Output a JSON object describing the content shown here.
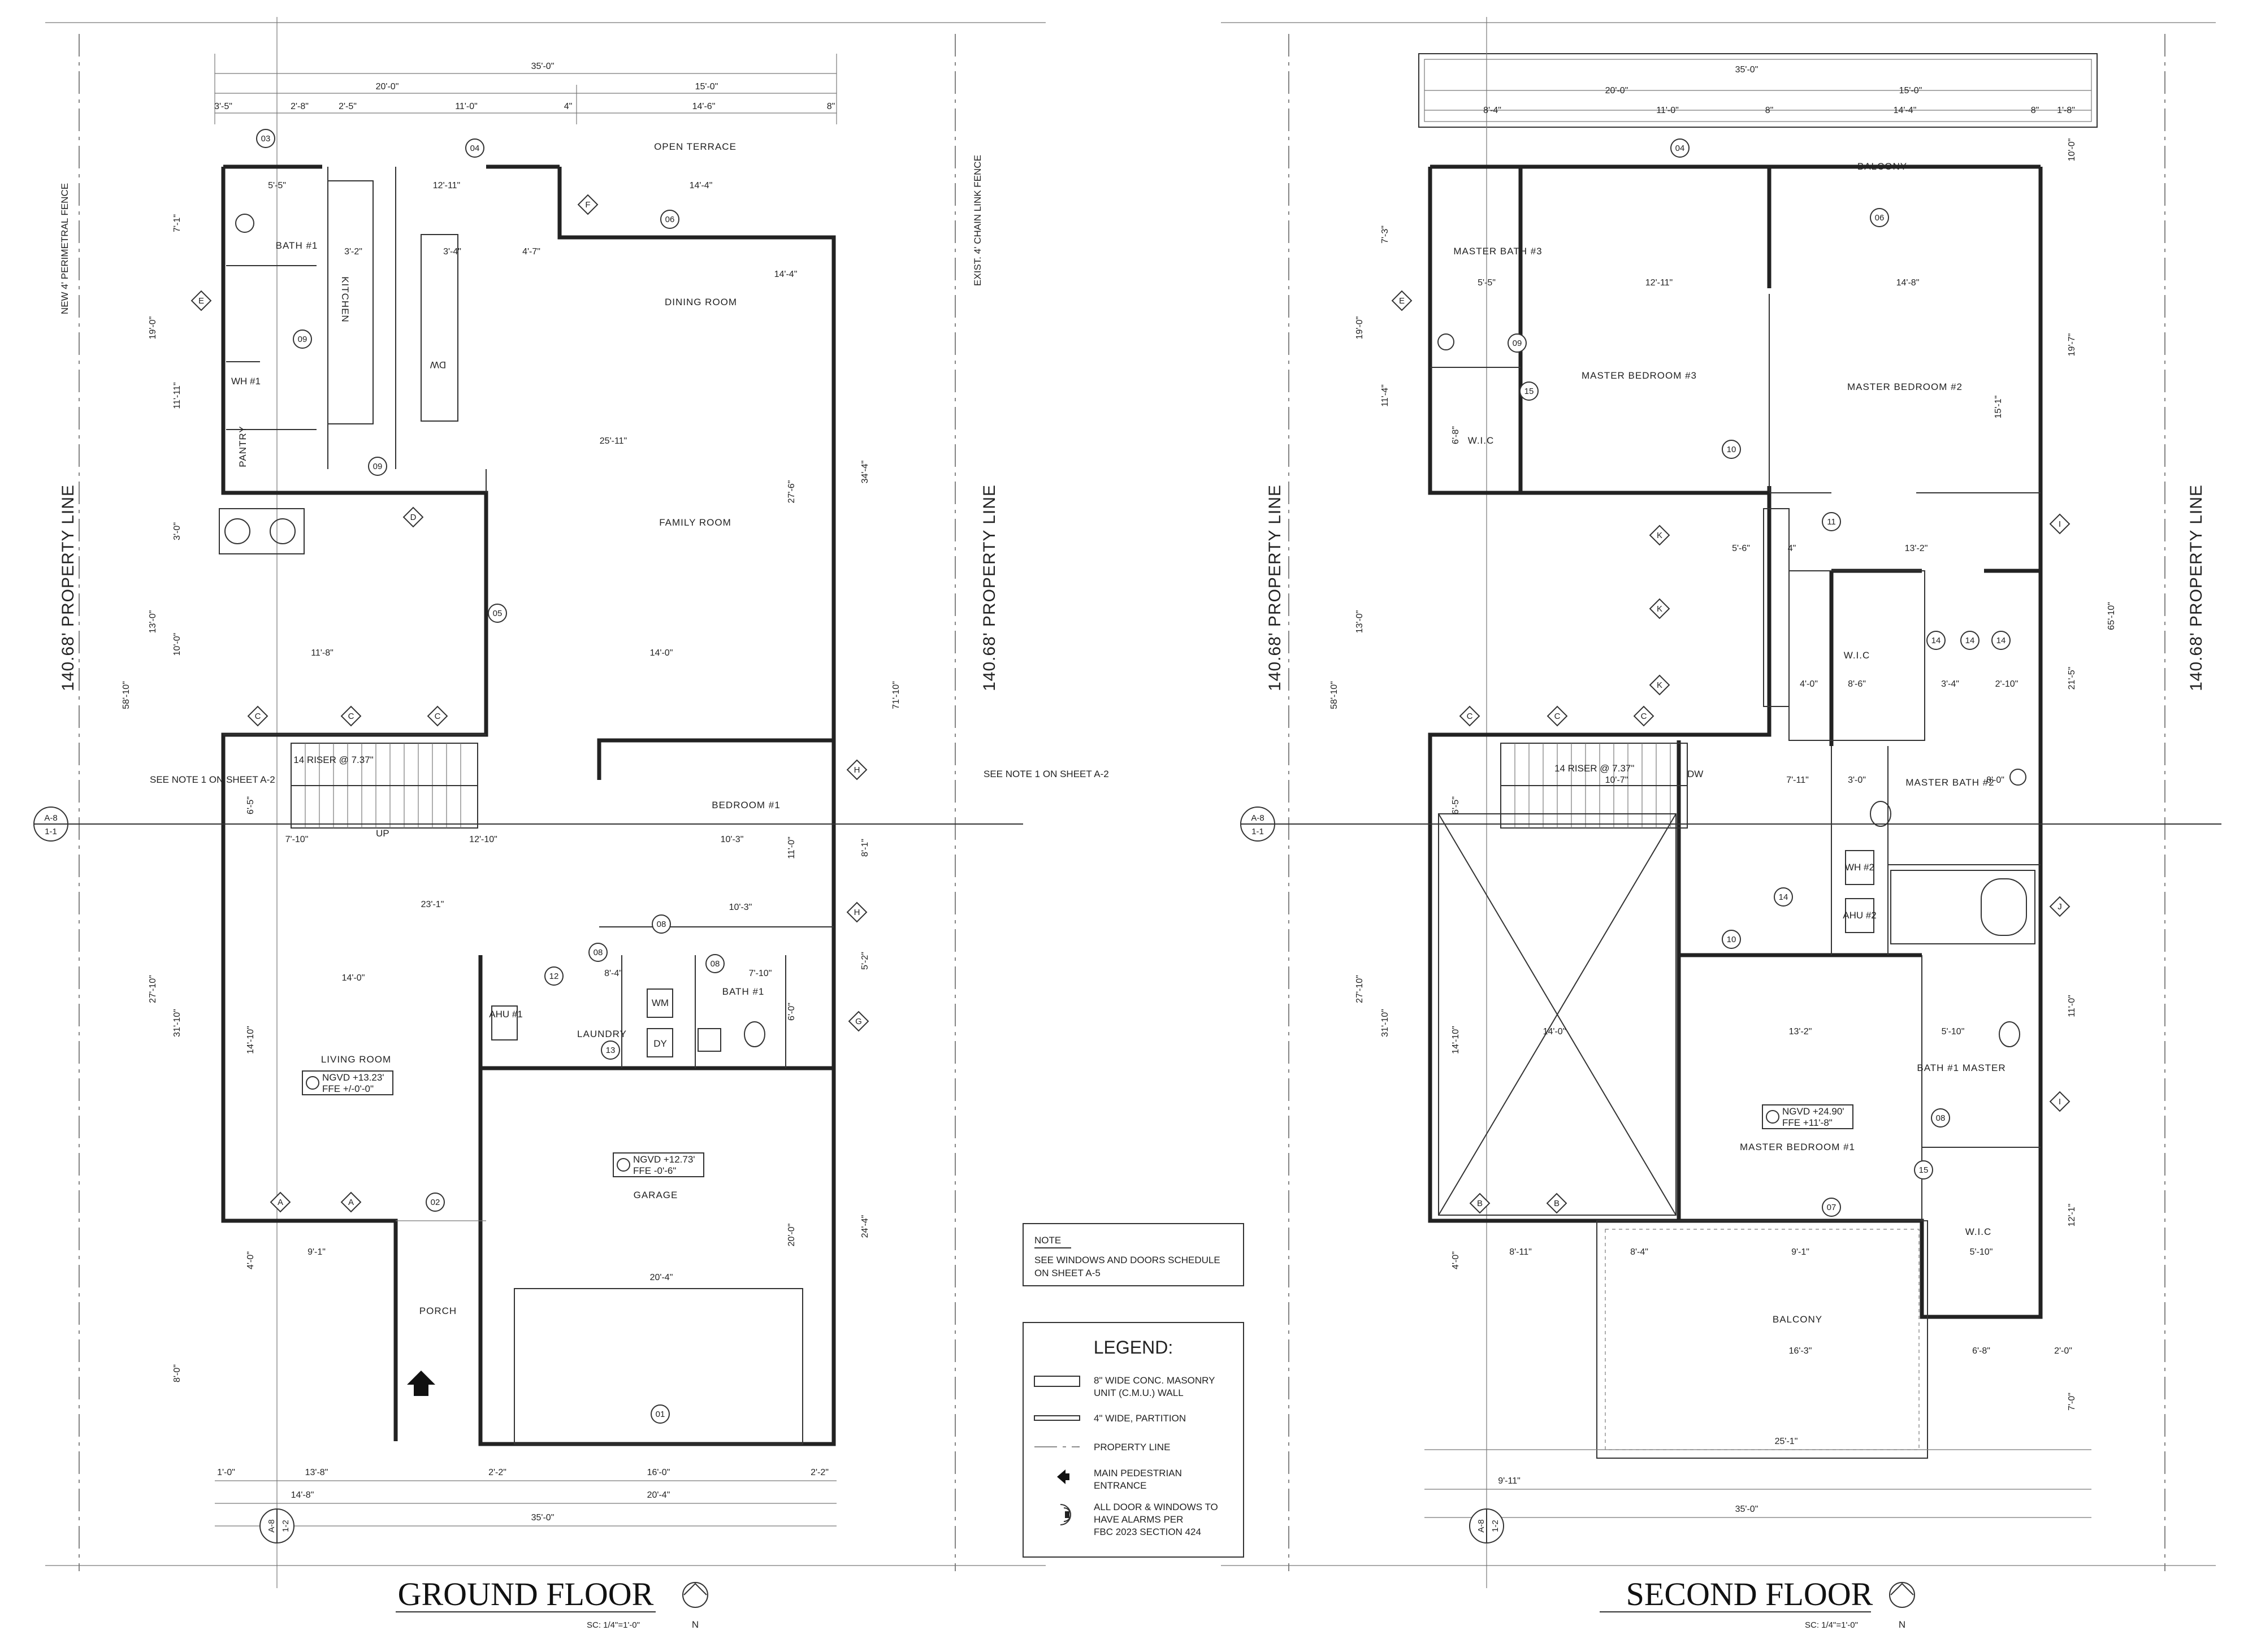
{
  "ground_floor": {
    "title": "GROUND FLOOR",
    "scale": "SC: 1/4\"=1'-0\"",
    "north": "N",
    "property_line_left": "140.68' PROPERTY LINE",
    "property_line_right": "140.68' PROPERTY LINE",
    "rooms": {
      "open_terrace": "OPEN TERRACE",
      "dining_room": "DINING ROOM",
      "family_room": "FAMILY ROOM",
      "bath1_top": "BATH #1",
      "kitchen": "KITCHEN",
      "pantry": "PANTRY",
      "bedroom1": "BEDROOM #1",
      "living_room": "LIVING ROOM",
      "laundry": "LAUNDRY",
      "bath1": "BATH #1",
      "garage": "GARAGE",
      "porch": "PORCH"
    },
    "fixtures": {
      "dw": "DW",
      "wh": "WH #1",
      "ahu": "AHU #1",
      "wm": "WM",
      "dy": "DY",
      "riser": "14 RISER @ 7.37\"",
      "up": "UP",
      "fence_left": "NEW 4' PERIMETRAL FENCE",
      "fence_right": "EXIST. 4' CHAIN LINK FENCE",
      "note_left": "SEE NOTE 1 ON SHEET A-2",
      "note_right": "SEE NOTE 1 ON SHEET A-2"
    },
    "elevations": {
      "living": [
        "NGVD +13.23'",
        "FFE +/-0'-0\""
      ],
      "garage": [
        "NGVD +12.73'",
        "FFE -0'-6\""
      ]
    },
    "dims": {
      "overall_top": "35'-0\"",
      "left_20": "20'-0\"",
      "right_15": "15'-0\"",
      "row3": [
        "3'-5\"",
        "2'-8\"",
        "2'-5\"",
        "11'-0\"",
        "4\"",
        "14'-6\"",
        "8\""
      ],
      "mid": [
        "5'-5\"",
        "12'-11\"",
        "14'-4\"",
        "3'-2\"",
        "3'-4\"",
        "4'-7\"",
        "14'-4\"",
        "25'-11\"",
        "11'-8\"",
        "14'-0\"",
        "7'-10\"",
        "12'-10\"",
        "10'-3\"",
        "23'-1\"",
        "14'-0\"",
        "10'-3\"",
        "8'-4\"",
        "7'-10\"",
        "9'-1\"",
        "20'-4\""
      ],
      "left_vert": [
        "7'-1\"",
        "19'-0\"",
        "11'-11\"",
        "3'-0\"",
        "13'-0\"",
        "10'-0\"",
        "58'-10\"",
        "6'-5\"",
        "27'-10\"",
        "31'-10\"",
        "14'-10\"",
        "4'-0\"",
        "8'-0\""
      ],
      "right_vert": [
        "34'-4\"",
        "27'-6\"",
        "71'-10\"",
        "11'-0\"",
        "8'-1\"",
        "5'-2\"",
        "6'-0\"",
        "20'-0\"",
        "24'-4\""
      ],
      "bottom": [
        "1'-0\"",
        "13'-8\"",
        "2'-2\"",
        "16'-0\"",
        "2'-2\"",
        "14'-8\"",
        "20'-4\"",
        "35'-0\""
      ]
    },
    "tags_round": [
      "03",
      "04",
      "06",
      "09",
      "09",
      "05",
      "08",
      "08",
      "08",
      "12",
      "13",
      "02",
      "01"
    ],
    "tags_diamond": [
      "E",
      "F",
      "D",
      "C",
      "C",
      "C",
      "H",
      "H",
      "G",
      "A",
      "A"
    ]
  },
  "second_floor": {
    "title": "SECOND FLOOR",
    "scale": "SC: 1/4\"=1'-0\"",
    "north": "N",
    "property_line_left": "140.68' PROPERTY LINE",
    "property_line_right": "140.68' PROPERTY LINE",
    "rooms": {
      "balcony_top": "BALCONY",
      "master_bath3": "MASTER BATH #3",
      "master_bed3": "MASTER BEDROOM #3",
      "master_bed2": "MASTER BEDROOM #2",
      "wic_left": "W.I.C",
      "wic_center": "W.I.C",
      "master_bath2": "MASTER BATH #2",
      "master_bed1": "MASTER BEDROOM #1",
      "bath1_master": "BATH #1 MASTER",
      "wic_right": "W.I.C",
      "balcony_bottom": "BALCONY"
    },
    "fixtures": {
      "riser": "14 RISER @ 7.37\"",
      "dw": "DW",
      "wh": "WH #2",
      "ahu": "AHU #2"
    },
    "elevations": {
      "master": [
        "NGVD +24.90'",
        "FFE +11'-8\""
      ]
    },
    "dims": {
      "overall_top": "35'-0\"",
      "left_20": "20'-0\"",
      "right_15": "15'-0\"",
      "row3": [
        "8'-4\"",
        "11'-0\"",
        "8\"",
        "14'-4\"",
        "8\"",
        "1'-8\""
      ],
      "mid": [
        "5'-5\"",
        "12'-11\"",
        "14'-8\"",
        "5'-6\"",
        "4\"",
        "13'-2\"",
        "8'-6\"",
        "4'-0\"",
        "3'-4\"",
        "2'-10\"",
        "10'-7\"",
        "7'-11\"",
        "3'-0\"",
        "8'-0\"",
        "14'-0\"",
        "13'-2\"",
        "5'-10\"",
        "8'-11\"",
        "8'-4\"",
        "9'-1\"",
        "5'-10\"",
        "16'-3\"",
        "6'-8\"",
        "2'-0\"",
        "25'-1\"",
        "9'-11\"",
        "35'-0\""
      ],
      "left_vert": [
        "7'-3\"",
        "19'-0\"",
        "11'-4\"",
        "6'-8\"",
        "13'-0\"",
        "58'-10\"",
        "6'-5\"",
        "27'-10\"",
        "31'-10\"",
        "14'-10\"",
        "4'-0\""
      ],
      "right_vert": [
        "10'-0\"",
        "19'-7\"",
        "15'-1\"",
        "65'-10\"",
        "21'-5\"",
        "11'-0\"",
        "12'-1\"",
        "7'-0\""
      ]
    },
    "tags_round": [
      "04",
      "06",
      "09",
      "15",
      "10",
      "11",
      "14",
      "14",
      "14",
      "14",
      "10",
      "08",
      "15",
      "07"
    ],
    "tags_diamond": [
      "E",
      "K",
      "K",
      "K",
      "I",
      "C",
      "C",
      "C",
      "J",
      "I",
      "B",
      "B"
    ]
  },
  "section_markers": {
    "left": [
      "A-8",
      "1-1"
    ],
    "mid": [
      "A-8",
      "1-1"
    ],
    "bottom_left": [
      "A-8",
      "1-2"
    ],
    "bottom_right": [
      "A-8",
      "1-2"
    ]
  },
  "note": {
    "heading": "NOTE",
    "text_lines": [
      "SEE WINDOWS AND DOORS SCHEDULE",
      "ON SHEET A-5"
    ]
  },
  "legend": {
    "heading": "LEGEND:",
    "items": [
      [
        "8\" WIDE CONC. MASONRY",
        "UNIT (C.M.U.) WALL"
      ],
      [
        "4\" WIDE, PARTITION"
      ],
      [
        "PROPERTY LINE"
      ],
      [
        "MAIN PEDESTRIAN",
        "ENTRANCE"
      ],
      [
        "ALL DOOR & WINDOWS TO",
        "HAVE ALARMS PER",
        "FBC 2023 SECTION 424"
      ]
    ]
  }
}
